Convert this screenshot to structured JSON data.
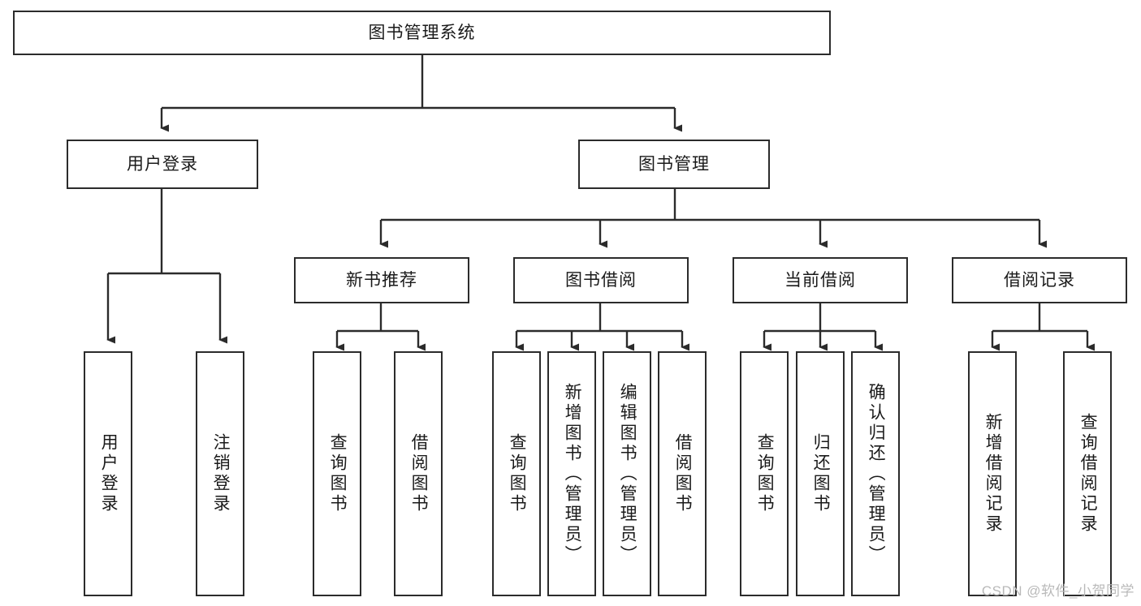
{
  "diagram": {
    "title": "图书管理系统",
    "type": "tree-hierarchy",
    "theme": {
      "border_color": "#2b2b2b",
      "fill_color": "#ffffff",
      "line_color": "#2b2b2b",
      "text_color": "#1a1a1a",
      "watermark_color": "#b9b9b9"
    },
    "root": {
      "label": "图书管理系统"
    },
    "level2": [
      {
        "label": "用户登录"
      },
      {
        "label": "图书管理"
      }
    ],
    "level3": [
      {
        "label": "新书推荐"
      },
      {
        "label": "图书借阅"
      },
      {
        "label": "当前借阅"
      },
      {
        "label": "借阅记录"
      }
    ],
    "leaves": {
      "user_login": [
        {
          "label": "用户登录"
        },
        {
          "label": "注销登录"
        }
      ],
      "new_book_recommend": [
        {
          "label": "查询图书"
        },
        {
          "label": "借阅图书"
        }
      ],
      "book_borrow": [
        {
          "label": "查询图书"
        },
        {
          "label": "新增图书（管理员）"
        },
        {
          "label": "编辑图书（管理员）"
        },
        {
          "label": "借阅图书"
        }
      ],
      "current_borrow": [
        {
          "label": "查询图书"
        },
        {
          "label": "归还图书"
        },
        {
          "label": "确认归还（管理员）"
        }
      ],
      "borrow_record": [
        {
          "label": "新增借阅记录"
        },
        {
          "label": "查询借阅记录"
        }
      ]
    }
  },
  "watermark": {
    "text": "CSDN @软件_小贺同学"
  }
}
